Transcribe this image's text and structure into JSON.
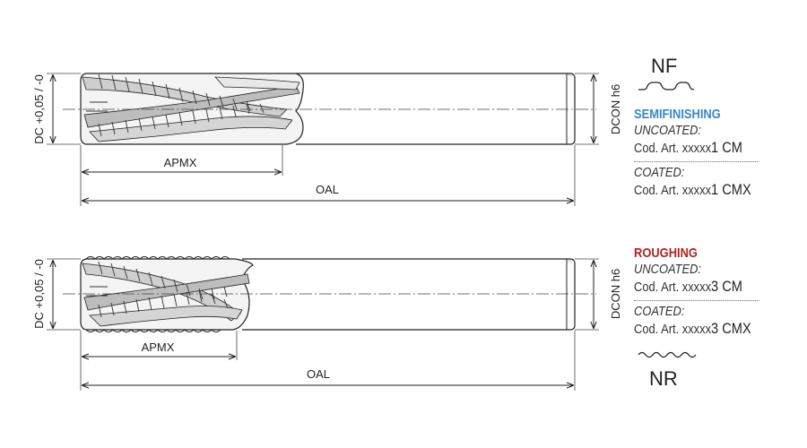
{
  "profiles": {
    "nf": {
      "label": "NF"
    },
    "nr": {
      "label": "NR"
    }
  },
  "tools": [
    {
      "dc_label": "DC +0,05 / -0",
      "dcon_label": "DCON h6",
      "apmx_label": "APMX",
      "oal_label": "OAL"
    },
    {
      "dc_label": "DC +0,05 / -0",
      "dcon_label": "DCON h6",
      "apmx_label": "APMX",
      "oal_label": "OAL"
    }
  ],
  "semifinishing": {
    "heading": "SEMIFINISHING",
    "color": "#3a86c8",
    "uncoated_label": "UNCOATED:",
    "uncoated_code_prefix": "Cod. Art. xxxxx",
    "uncoated_code_suffix": "1 CM",
    "coated_label": "COATED:",
    "coated_code_prefix": "Cod. Art. xxxxx",
    "coated_code_suffix": "1 CMX"
  },
  "roughing": {
    "heading": "ROUGHING",
    "color": "#b22222",
    "uncoated_label": "UNCOATED:",
    "uncoated_code_prefix": "Cod. Art. xxxxx",
    "uncoated_code_suffix": "3 CM",
    "coated_label": "COATED:",
    "coated_code_prefix": "Cod. Art. xxxxx",
    "coated_code_suffix": "3 CMX"
  }
}
